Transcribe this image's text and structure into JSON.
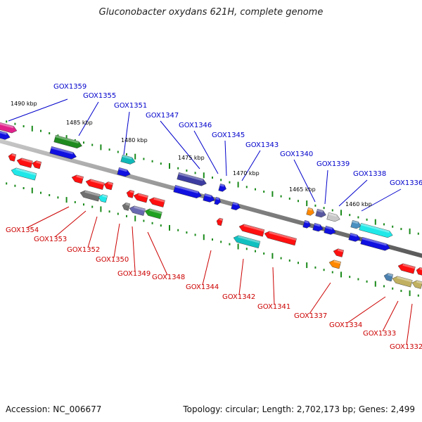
{
  "title": "Gluconobacter oxydans 621H, complete genome",
  "footer": {
    "accession": "Accession: NC_006677",
    "info": "Topology: circular; Length: 2,702,173 bp; Genes: 2,499"
  },
  "colors": {
    "backbone": "#8c8c8c",
    "tick": "#1a8a1a",
    "label_top": "#0000cc",
    "label_bottom": "#cc0000"
  },
  "scale_labels": [
    "1490 kbp",
    "1485 kbp",
    "1480 kbp",
    "1475 kbp",
    "1470 kbp",
    "1465 kbp",
    "1460 kbp"
  ],
  "gene_labels_top": [
    "GOX1359",
    "GOX1355",
    "GOX1351",
    "GOX1347",
    "GOX1346",
    "GOX1345",
    "GOX1343",
    "GOX1340",
    "GOX1339",
    "GOX1338",
    "GOX1336"
  ],
  "gene_labels_bottom": [
    "GOX1354",
    "GOX1353",
    "GOX1352",
    "GOX1350",
    "GOX1349",
    "GOX1348",
    "GOX1344",
    "GOX1342",
    "GOX1341",
    "GOX1337",
    "GOX1334",
    "GOX1333",
    "GOX1332"
  ]
}
